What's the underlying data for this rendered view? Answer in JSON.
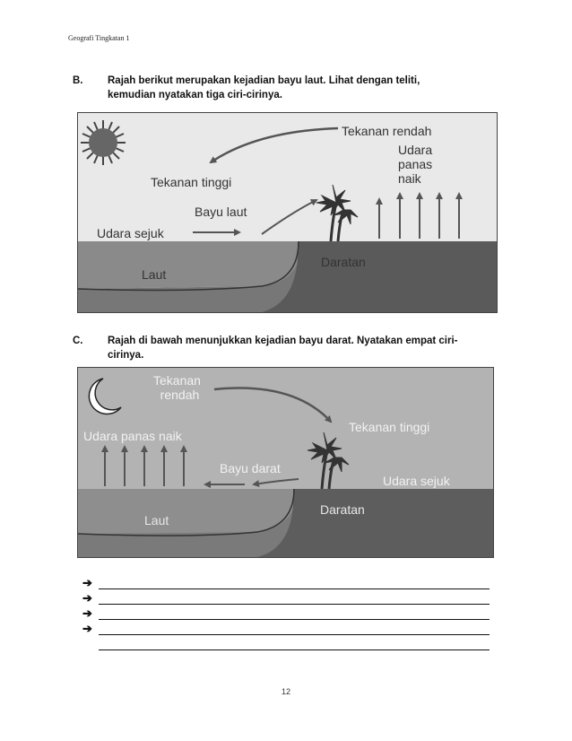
{
  "header": {
    "title": "Geografi Tingkatan 1"
  },
  "question_b": {
    "letter": "B.",
    "line1": "Rajah berikut merupakan kejadian bayu laut. Lihat dengan teliti,",
    "line2": "kemudian nyatakan tiga ciri-cirinya."
  },
  "diagram_b": {
    "low_pressure": "Tekanan rendah",
    "hot_air_1": "Udara",
    "hot_air_2": "panas",
    "hot_air_3": "naik",
    "high_pressure": "Tekanan tinggi",
    "sea_breeze": "Bayu laut",
    "cool_air": "Udara sejuk",
    "land": "Daratan",
    "sea": "Laut"
  },
  "question_c": {
    "letter": "C.",
    "line1": "Rajah di bawah menunjukkan kejadian bayu darat. Nyatakan empat ciri-",
    "line2": "cirinya."
  },
  "diagram_c": {
    "low_pressure_1": "Tekanan",
    "low_pressure_2": "rendah",
    "high_pressure": "Tekanan tinggi",
    "hot_air": "Udara panas naik",
    "land_breeze": "Bayu darat",
    "cool_air": "Udara sejuk",
    "land": "Daratan",
    "sea": "Laut"
  },
  "answers": {
    "arrow": "➔"
  },
  "footer": {
    "page_number": "12"
  }
}
